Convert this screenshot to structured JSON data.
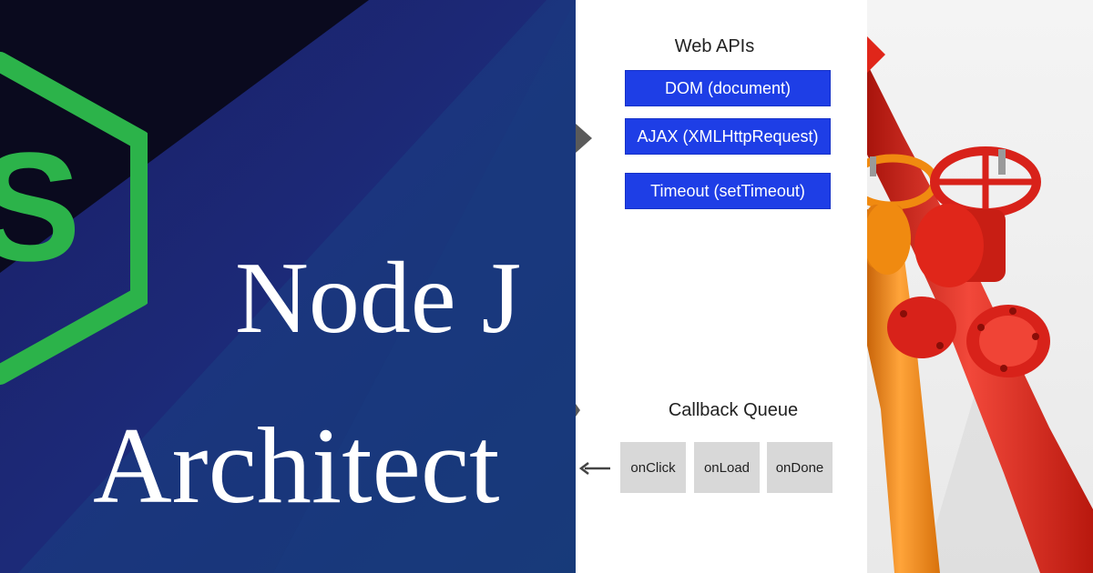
{
  "title_card": {
    "line1": "Node J",
    "line2": "Architect",
    "logo_icon": "nodejs-hexagon-logo",
    "colors": {
      "dark_band": "#0a0a1e",
      "navy": "#1a1e66",
      "logo_green": "#2cb34a"
    }
  },
  "diagram": {
    "web_apis": {
      "heading": "Web APIs",
      "items": [
        "DOM (document)",
        "AJAX (XMLHttpRequest)",
        "Timeout (setTimeout)"
      ],
      "box_color": "#1e3ee6"
    },
    "callback_queue": {
      "heading": "Callback Queue",
      "items": [
        "onClick",
        "onLoad",
        "onDone"
      ],
      "box_color": "#d8d8d8"
    }
  },
  "photo": {
    "subject": "pipes-and-valves-image",
    "colors": {
      "orange_pipe": "#f08a10",
      "red_pipe": "#e0261a"
    }
  }
}
